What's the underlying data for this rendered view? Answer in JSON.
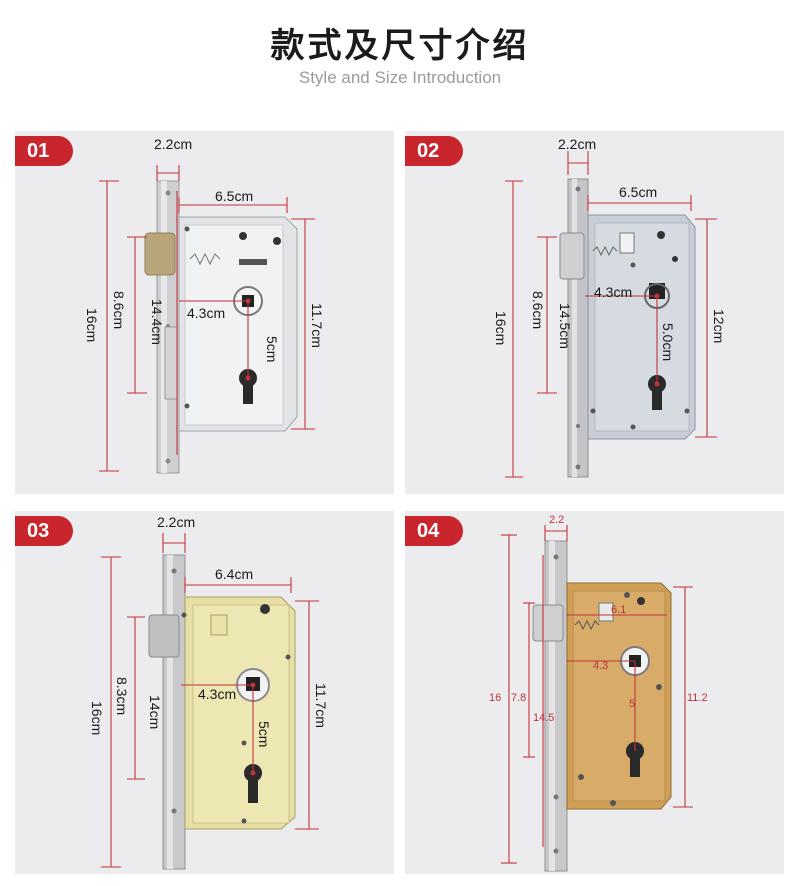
{
  "header": {
    "title": "款式及尺寸介绍",
    "subtitle": "Style and Size Introduction"
  },
  "colors": {
    "accent_red": "#c9252c",
    "dimension_line": "#c0333a",
    "panel_bg": "#ececef",
    "silver_case": "#d6d9de",
    "brass_case": "#e6dfa6",
    "gold_case": "#d2a45c"
  },
  "products": [
    {
      "badge": "01",
      "dims": {
        "faceplate_w": "2.2cm",
        "case_w": "6.5cm",
        "backset": "4.3cm",
        "spacing": "5cm",
        "case_h": "11.7cm",
        "total_h": "16cm",
        "inner_h": "14.4cm",
        "latch_h": "8.6cm"
      }
    },
    {
      "badge": "02",
      "dims": {
        "faceplate_w": "2.2cm",
        "case_w": "6.5cm",
        "backset": "4.3cm",
        "spacing": "5.0cm",
        "case_h": "12cm",
        "total_h": "16cm",
        "inner_h": "14.5cm",
        "latch_h": "8.6cm"
      }
    },
    {
      "badge": "03",
      "dims": {
        "faceplate_w": "2.2cm",
        "case_w": "6.4cm",
        "backset": "4.3cm",
        "spacing": "5cm",
        "case_h": "11.7cm",
        "total_h": "16cm",
        "inner_h": "14cm",
        "latch_h": "8.3cm"
      }
    },
    {
      "badge": "04",
      "dims": {
        "faceplate_w": "2.2",
        "case_w": "6.1",
        "backset": "4.3",
        "spacing": "5",
        "case_h": "11.2",
        "total_h": "16",
        "inner_h": "14.5",
        "latch_h": "7.8"
      }
    }
  ]
}
